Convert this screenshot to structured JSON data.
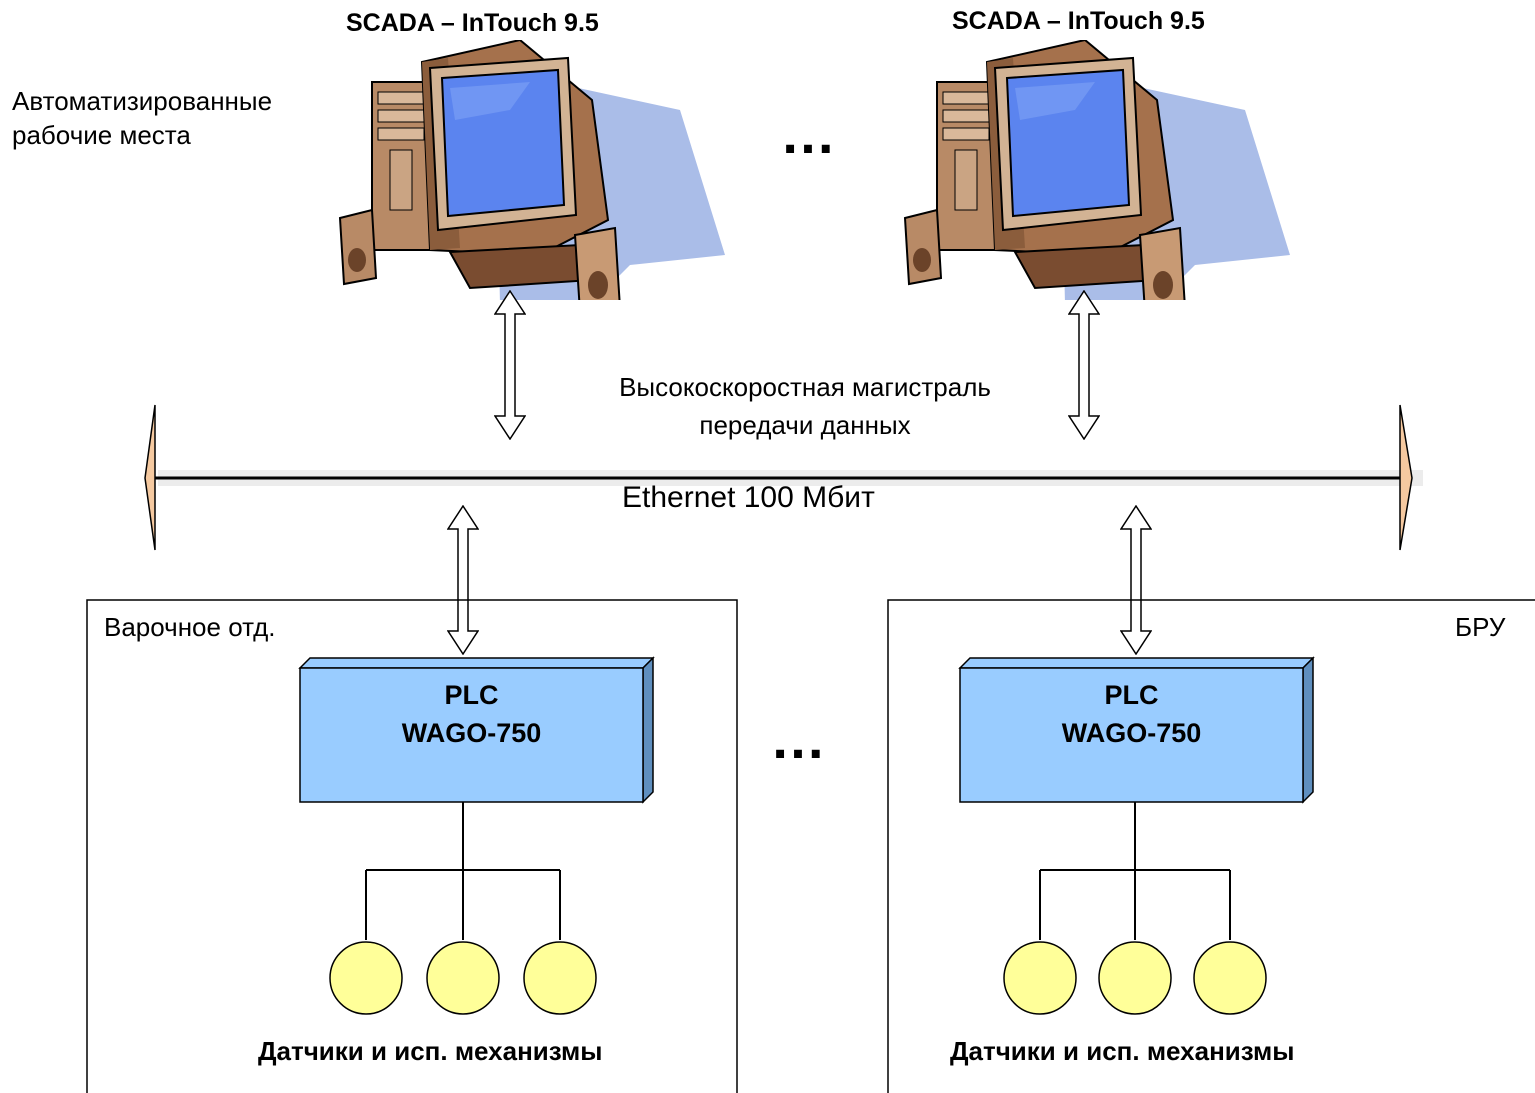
{
  "workstations": {
    "label": "Автоматизированные\nрабочие места",
    "items": [
      {
        "title": "SCADA – InTouch 9.5",
        "icon": "computer-workstation-icon"
      },
      {
        "title": "SCADA – InTouch 9.5",
        "icon": "computer-workstation-icon"
      }
    ],
    "ellipsis": "…"
  },
  "network": {
    "caption": "Высокоскоростная магистраль\nпередачи данных",
    "label": "Ethernet 100 Мбит"
  },
  "zones": [
    {
      "name": "Варочное отд.",
      "controller": {
        "line1": "PLC",
        "line2": "WAGO-750"
      },
      "devices_label": "Датчики и исп. механизмы"
    },
    {
      "name": "БРУ",
      "controller": {
        "line1": "PLC",
        "line2": "WAGO-750"
      },
      "devices_label": "Датчики и исп. механизмы"
    }
  ],
  "zones_ellipsis": "…",
  "colors": {
    "plc_fill": "#99ccff",
    "plc_side": "#5f8fbf",
    "device_fill": "#ffff99",
    "monitor_screen": "#5b84ef",
    "monitor_body": "#b07c58",
    "shadow": "#aabde8",
    "arrow_head": "#f5c9a0"
  }
}
